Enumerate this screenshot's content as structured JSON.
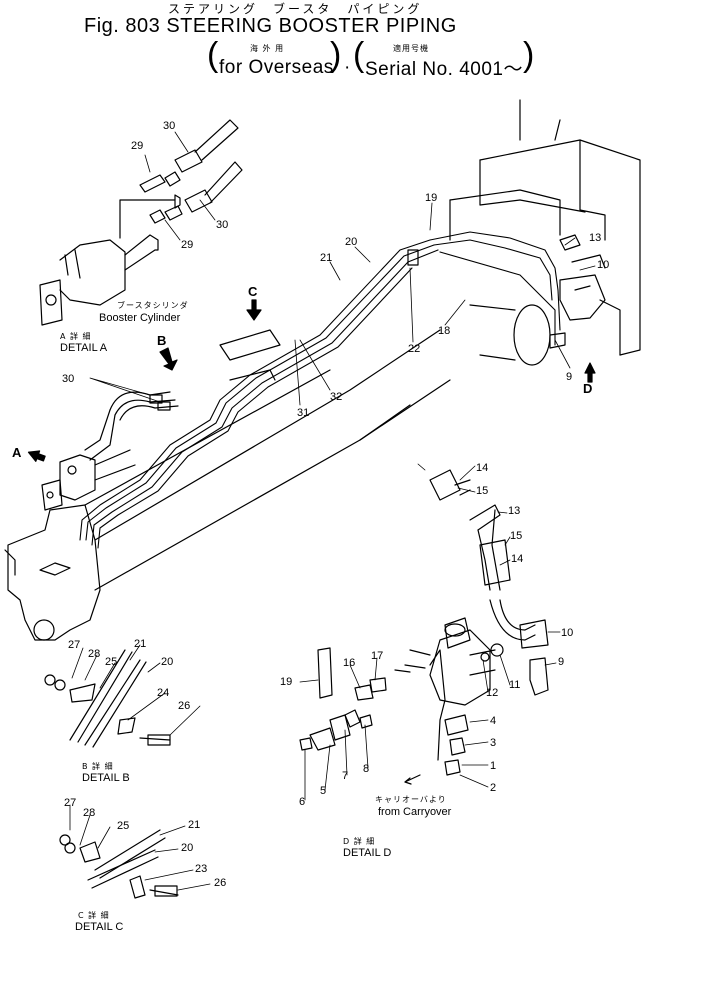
{
  "header": {
    "title_jp": "ステアリング　ブースタ　パイピング",
    "title": "Fig. 803 STEERING BOOSTER PIPING",
    "region_jp": "海 外 用",
    "region": "for Overseas",
    "dot": "·",
    "serial_jp": "適用号機",
    "serial": "Serial No. 4001～"
  },
  "labels": {
    "booster_jp": "ブースタシリンダ",
    "booster": "Booster Cylinder",
    "carryover_jp": "キャリオーバより",
    "carryover": "from Carryover"
  },
  "details": {
    "a_jp": "A 詳 細",
    "a": "DETAIL A",
    "b_jp": "B 詳 細",
    "b": "DETAIL B",
    "c_jp": "C 詳 細",
    "c": "DETAIL C",
    "d_jp": "D 詳 細",
    "d": "DETAIL D"
  },
  "arrows": {
    "a": "A",
    "b": "B",
    "c": "C",
    "d": "D"
  },
  "parts": {
    "p1": "1",
    "p2": "2",
    "p3": "3",
    "p4": "4",
    "p5": "5",
    "p6": "6",
    "p7": "7",
    "p8": "8",
    "p9a": "9",
    "p9b": "9",
    "p10a": "10",
    "p10b": "10",
    "p11": "11",
    "p12": "12",
    "p13a": "13",
    "p13b": "13",
    "p14a": "14",
    "p14b": "14",
    "p15a": "15",
    "p15b": "15",
    "p16": "16",
    "p17": "17",
    "p18": "18",
    "p19a": "19",
    "p19b": "19",
    "p20a": "20",
    "p20b": "20",
    "p20c": "20",
    "p21a": "21",
    "p21b": "21",
    "p21c": "21",
    "p22": "22",
    "p23": "23",
    "p24": "24",
    "p25a": "25",
    "p25b": "25",
    "p26a": "26",
    "p26b": "26",
    "p27a": "27",
    "p27b": "27",
    "p28a": "28",
    "p28b": "28",
    "p29a": "29",
    "p29b": "29",
    "p30a": "30",
    "p30b": "30",
    "p30c": "30",
    "p31": "31",
    "p32": "32"
  }
}
